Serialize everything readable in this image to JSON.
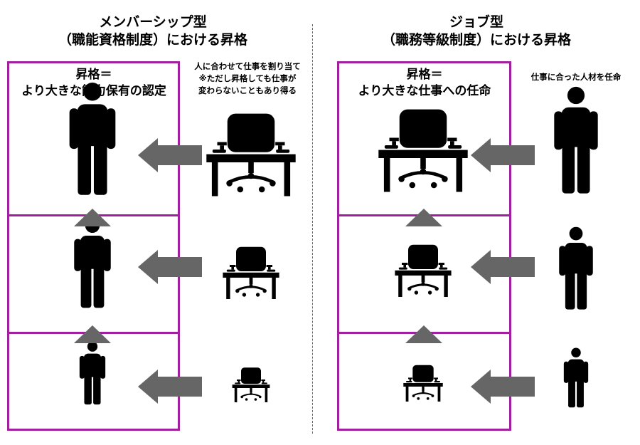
{
  "left": {
    "title_line1": "メンバーシップ型",
    "title_line2": "（職能資格制度）における昇格",
    "label_line1": "昇格＝",
    "label_line2": "より大きな能力保有の認定",
    "note_line1": "人に合わせて仕事を割り当て",
    "note_line2": "※ただし昇格しても仕事が",
    "note_line3": "変わらないこともあり得る"
  },
  "right": {
    "title_line1": "ジョブ型",
    "title_line2": "（職務等級制度）における昇格",
    "label_line1": "昇格＝",
    "label_line2": "より大きな仕事への任命",
    "note": "仕事に合った人材を任命"
  },
  "colors": {
    "frame": "#a020a0",
    "arrow": "#666666",
    "icon": "#000000"
  },
  "icons": [
    "person-icon",
    "desk-chair-icon",
    "arrow-left-icon",
    "triangle-up-icon"
  ]
}
